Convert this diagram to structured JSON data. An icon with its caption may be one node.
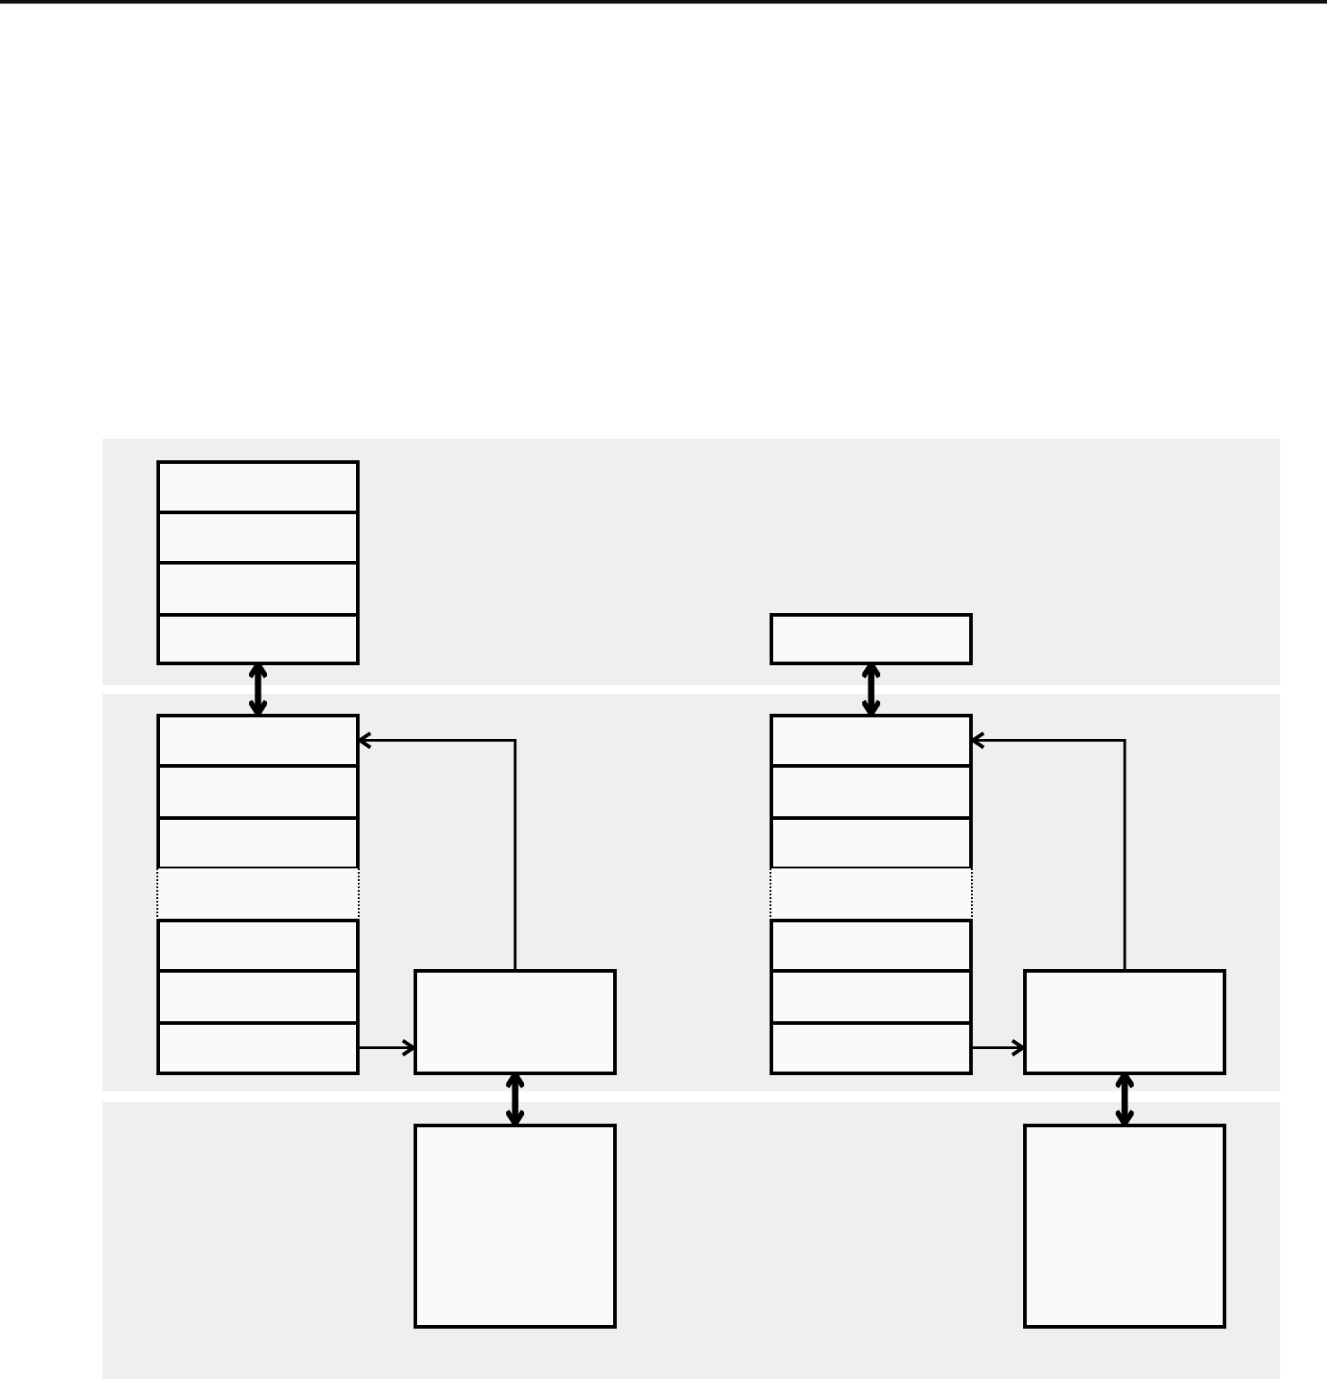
{
  "diagram": {
    "nodes": [
      {
        "text": [],
        "shape": "band"
      },
      {
        "text": [],
        "shape": "box",
        "in": 0
      },
      {
        "text": [],
        "shape": "box",
        "in": 0
      },
      {
        "text": [],
        "shape": "box",
        "in": 0
      },
      {
        "text": [],
        "shape": "box",
        "in": 0
      },
      {
        "text": [],
        "shape": "box",
        "in": 0
      },
      {
        "text": [],
        "shape": "band"
      },
      {
        "text": [],
        "shape": "box",
        "in": 6
      },
      {
        "text": [],
        "shape": "box",
        "in": 6
      },
      {
        "text": [],
        "shape": "box",
        "in": 6
      },
      {
        "text": [],
        "shape": "gap",
        "in": 6
      },
      {
        "text": [],
        "shape": "box",
        "in": 6
      },
      {
        "text": [],
        "shape": "box",
        "in": 6
      },
      {
        "text": [],
        "shape": "box",
        "in": 6
      },
      {
        "text": [],
        "shape": "box",
        "in": 6
      },
      {
        "text": [],
        "shape": "box",
        "in": 6
      },
      {
        "text": [],
        "shape": "box",
        "in": 6
      },
      {
        "text": [],
        "shape": "box",
        "in": 6
      },
      {
        "text": [],
        "shape": "gap",
        "in": 6
      },
      {
        "text": [],
        "shape": "box",
        "in": 6
      },
      {
        "text": [],
        "shape": "box",
        "in": 6
      },
      {
        "text": [],
        "shape": "box",
        "in": 6
      },
      {
        "text": [],
        "shape": "box",
        "in": 6
      },
      {
        "text": [],
        "shape": "band"
      },
      {
        "text": [],
        "shape": "box",
        "in": 23
      },
      {
        "text": [],
        "shape": "box",
        "in": 23
      }
    ],
    "edges": [
      {
        "from": 4,
        "to": 7,
        "arrow": "both",
        "style": "thick"
      },
      {
        "from": 13,
        "to": 14,
        "arrow": "to"
      },
      {
        "from": 14,
        "to": 7,
        "arrow": "to"
      },
      {
        "from": 14,
        "to": 24,
        "arrow": "both",
        "style": "thick"
      },
      {
        "from": 5,
        "to": 15,
        "arrow": "both",
        "style": "thick"
      },
      {
        "from": 21,
        "to": 22,
        "arrow": "to"
      },
      {
        "from": 22,
        "to": 15,
        "arrow": "to"
      },
      {
        "from": 22,
        "to": 25,
        "arrow": "both",
        "style": "thick"
      }
    ]
  }
}
